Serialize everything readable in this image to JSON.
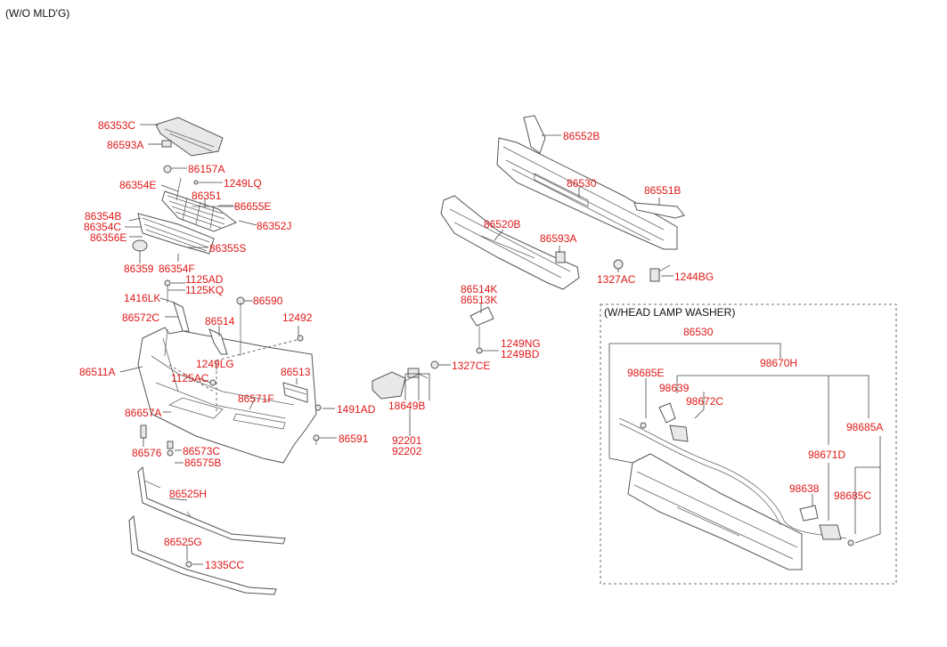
{
  "header": {
    "variant": "(W/O MLD'G)"
  },
  "inset": {
    "title": "(W/HEAD LAMP WASHER)"
  },
  "labels": [
    "86353C",
    "86593A",
    "86157A",
    "86354E",
    "1249LQ",
    "86351",
    "86655E",
    "86354B",
    "86352J",
    "86354C",
    "86356E",
    "86355S",
    "86359",
    "86354F",
    "1125AD",
    "1125KQ",
    "1416LK",
    "86590",
    "86572C",
    "86514",
    "12492",
    "1249LG",
    "86511A",
    "1125AC",
    "86513",
    "86571F",
    "1491AD",
    "86657A",
    "86573C",
    "86576",
    "86575B",
    "86591",
    "86525H",
    "86525G",
    "1335CC",
    "86552B",
    "86530",
    "86551B",
    "86520B",
    "86593A",
    "1327AC",
    "1244BG",
    "86514K",
    "86513K",
    "1249NG",
    "1249BD",
    "1327CE",
    "18649B",
    "92201",
    "92202",
    "86530",
    "98685E",
    "98670H",
    "98639",
    "98672C",
    "98685A",
    "98671D",
    "98638",
    "98685C"
  ]
}
